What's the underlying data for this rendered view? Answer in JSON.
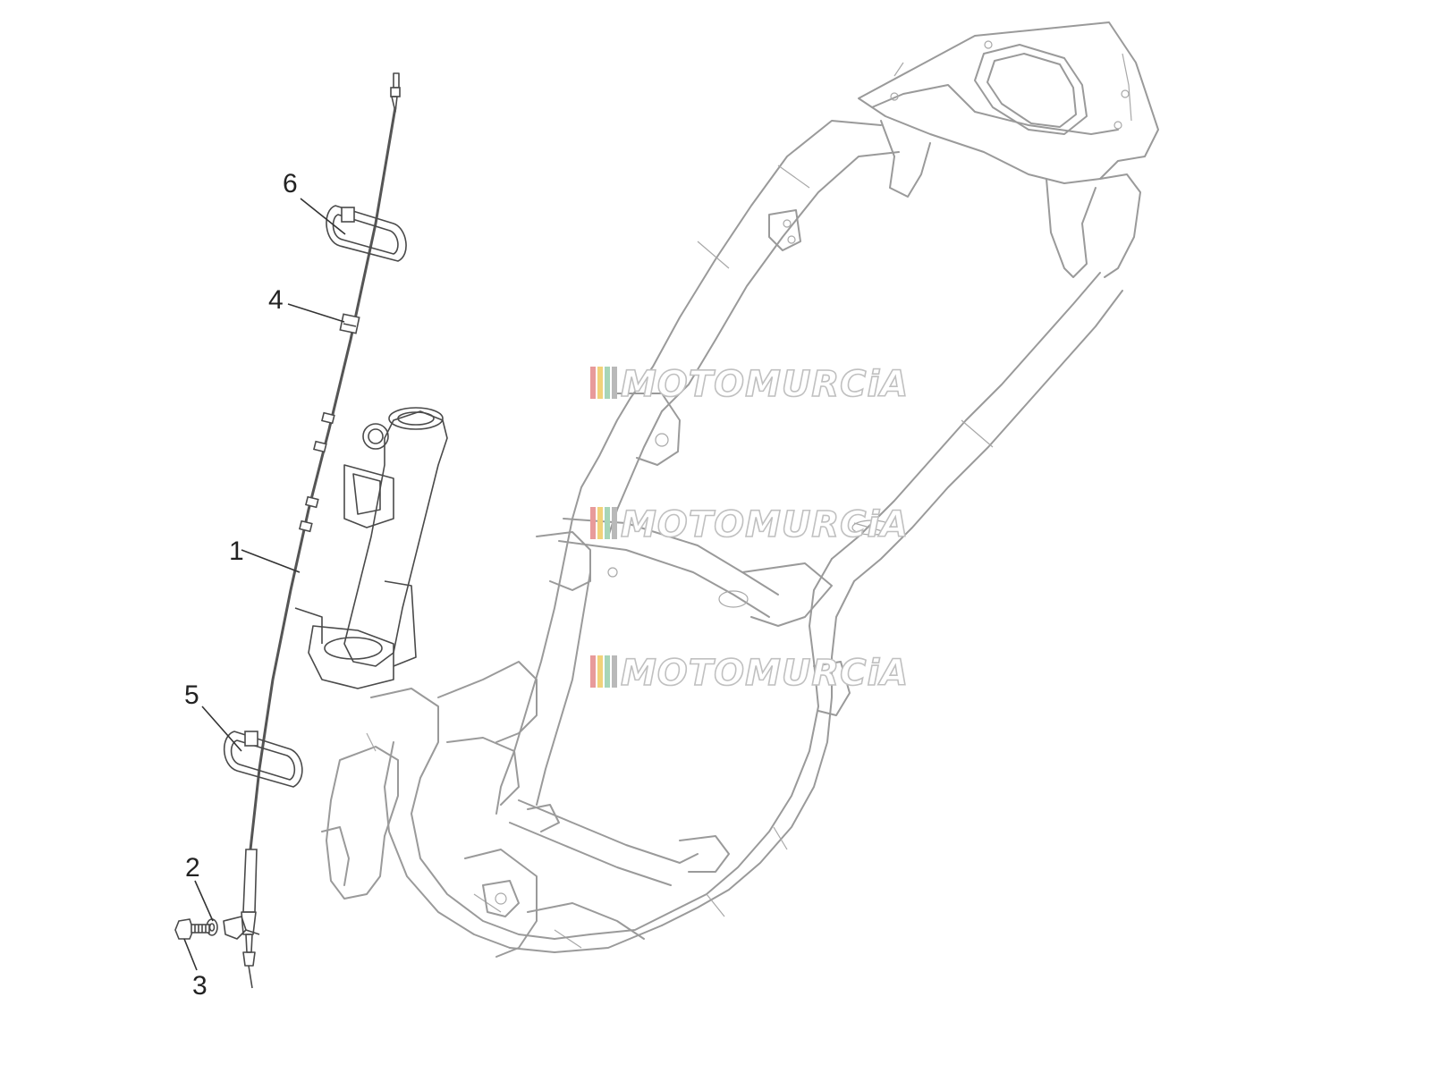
{
  "callouts": [
    {
      "number": "1"
    },
    {
      "number": "2"
    },
    {
      "number": "3"
    },
    {
      "number": "4"
    },
    {
      "number": "5"
    },
    {
      "number": "6"
    }
  ],
  "watermark": {
    "text": "MOTOMURCiA",
    "stripe_colors": [
      "#e89a9a",
      "#f1d27a",
      "#a7d5b8",
      "#b9b9b9"
    ]
  },
  "colors": {
    "frame_stroke": "#9a9a9a",
    "part_stroke": "#4a4a4a",
    "callout_text": "#222222",
    "background": "#ffffff"
  }
}
